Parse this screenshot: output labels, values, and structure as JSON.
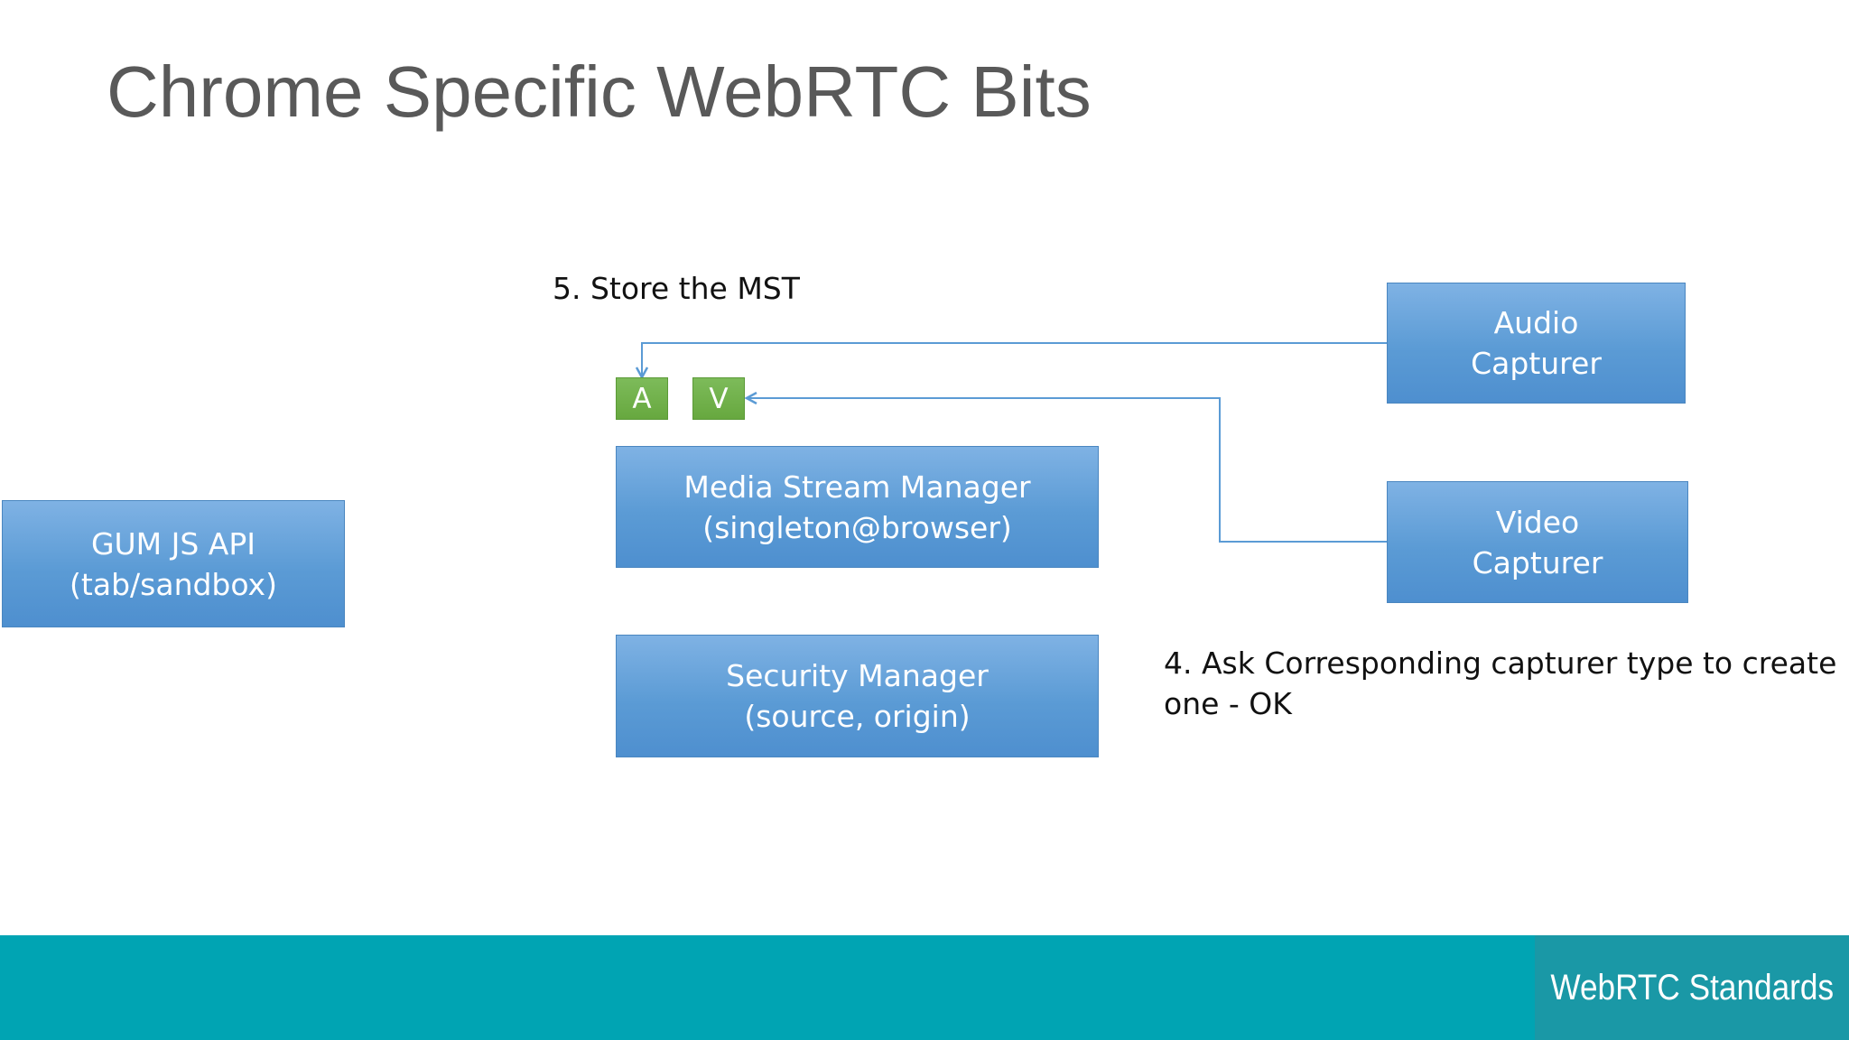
{
  "title": "Chrome Specific WebRTC Bits",
  "boxes": {
    "gum": {
      "line1": "GUM JS API",
      "line2": "(tab/sandbox)"
    },
    "media_stream_manager": {
      "line1": "Media Stream Manager",
      "line2": "(singleton@browser)"
    },
    "security_manager": {
      "line1": "Security Manager",
      "line2": "(source, origin)"
    },
    "audio_capturer": {
      "line1": "Audio",
      "line2": "Capturer"
    },
    "video_capturer": {
      "line1": "Video",
      "line2": "Capturer"
    }
  },
  "tracks": {
    "audio": "A",
    "video": "V"
  },
  "notes": {
    "step5": "5. Store the MST",
    "step4_line1": "4. Ask Corresponding capturer type to create",
    "step4_line2": "one - OK"
  },
  "footer": {
    "brand": "WebRTC Standards"
  },
  "colors": {
    "box_blue": "#5b9bd5",
    "track_green": "#67a83f",
    "connector": "#5b9bd5",
    "footer_teal": "#00a4b3"
  }
}
